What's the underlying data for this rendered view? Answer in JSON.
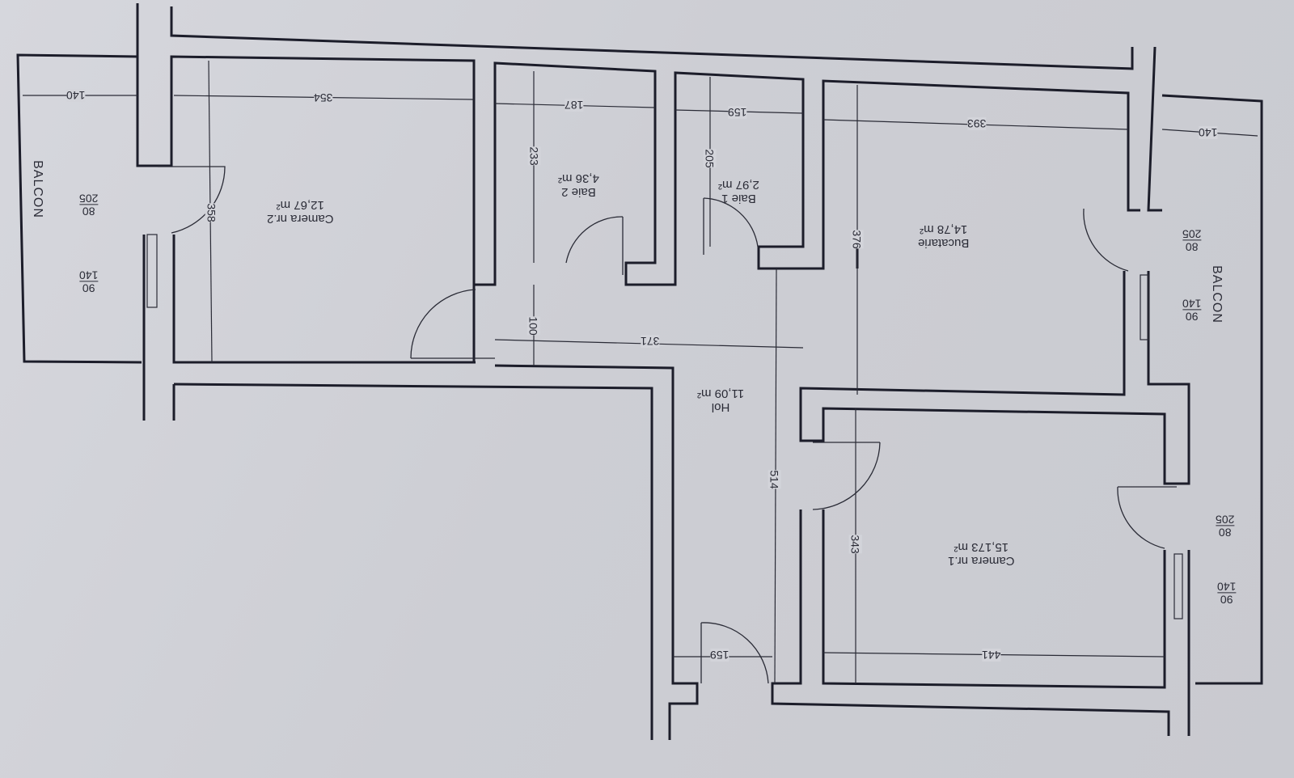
{
  "plan": {
    "orientation": "upside-down (rotated 180°)",
    "rooms": [
      {
        "id": "camera2",
        "name": "Camera nr.2",
        "area": "12,67 m²"
      },
      {
        "id": "baie2",
        "name": "Baie 2",
        "area": "4,36 m²"
      },
      {
        "id": "baie1",
        "name": "Baie 1",
        "area": "2,97 m²"
      },
      {
        "id": "bucatarie",
        "name": "Bucatarie",
        "area": "14,78 m²"
      },
      {
        "id": "hol",
        "name": "Hol",
        "area": "11,09 m²"
      },
      {
        "id": "camera1",
        "name": "Camera nr.1",
        "area": "15,173 m²"
      }
    ],
    "balconies": [
      {
        "id": "balcon-left",
        "label": "BALCON",
        "depth": "140"
      },
      {
        "id": "balcon-right",
        "label": "BALCON",
        "depth": "140"
      }
    ],
    "dimensions": {
      "camera2_width": "354",
      "camera2_depth": "358",
      "baie2_width": "187",
      "baie2_depth": "233",
      "baie1_width": "159",
      "baie1_depth": "205",
      "bucatarie_width": "393",
      "bucatarie_depth": "376",
      "hol_width": "371",
      "hol_passage": "100",
      "hol_length": "514",
      "camera1_depth": "343",
      "camera1_width": "441",
      "entrance_width": "159"
    },
    "openings": {
      "left_door": {
        "width": "80",
        "height": "205"
      },
      "left_window": {
        "width": "90",
        "height": "140"
      },
      "right_door": {
        "width": "80",
        "height": "205"
      },
      "right_window": {
        "width": "90",
        "height": "140"
      },
      "camera1_door": {
        "width": "80",
        "height": "205"
      },
      "camera1_window": {
        "width": "90",
        "height": "140"
      }
    }
  }
}
